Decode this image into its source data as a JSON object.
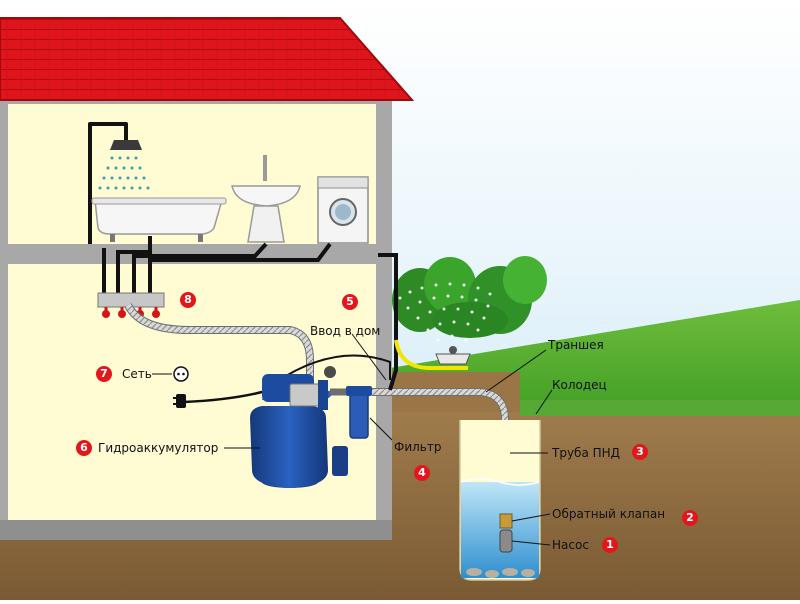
{
  "labels": {
    "pump": "Насос",
    "check_valve": "Обратный клапан",
    "pipe": "Труба ПНД",
    "well": "Колодец",
    "trench": "Траншея",
    "house_entry": "Ввод в дом",
    "filter": "Фильтр",
    "accumulator": "Гидроаккумулятор",
    "network": "Сеть"
  },
  "badges": {
    "pump": "1",
    "check_valve": "2",
    "pipe": "3",
    "filter": "4",
    "house_entry": "5",
    "accumulator": "6",
    "network": "7",
    "manifold": "8"
  },
  "colors": {
    "roof": "#e0141b",
    "wall": "#fffbd3",
    "house_frame": "#a8a8a8",
    "soil": "#8a6a40",
    "grass": "#3f9e24",
    "water": "#3f9ed6",
    "pump_body": "#1e4fa0",
    "badge": "#e3161b"
  },
  "icons": [
    "shower-icon",
    "bathtub-icon",
    "sink-icon",
    "washing-machine-icon",
    "socket-icon",
    "plug-icon",
    "sprinkler-icon",
    "tree-icon"
  ]
}
